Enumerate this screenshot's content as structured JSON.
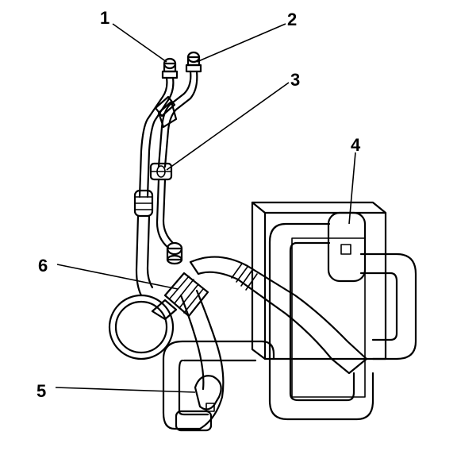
{
  "callouts": [
    {
      "id": "1",
      "label": "1"
    },
    {
      "id": "2",
      "label": "2"
    },
    {
      "id": "3",
      "label": "3"
    },
    {
      "id": "4",
      "label": "4"
    },
    {
      "id": "5",
      "label": "5"
    },
    {
      "id": "6",
      "label": "6"
    }
  ],
  "colors": {
    "line": "#000000",
    "background": "#ffffff",
    "callout_text": "#000000"
  }
}
